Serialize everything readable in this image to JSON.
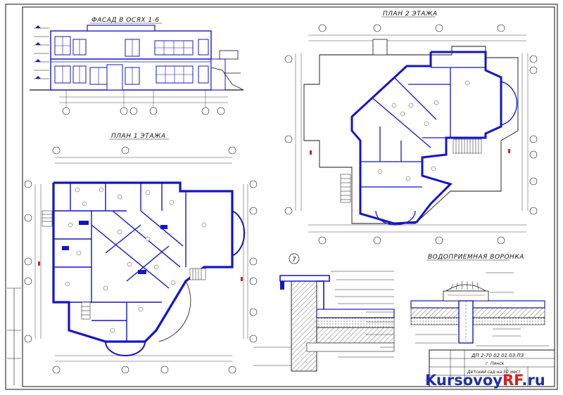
{
  "titles": {
    "facade": "ФАСАД В ОСЯХ 1-6",
    "plan2": "ПЛАН 2 ЭТАЖА",
    "plan1": "ПЛАН 1 ЭТАЖА",
    "funnel": "ВОДОПРИЕМНАЯ ВОРОНКА",
    "node": "7"
  },
  "stamp": {
    "doc_code": "ДП 2-70 02 01.03.ПЗ",
    "place": "г. Пинск",
    "project": "Детский сад на 50 мест"
  },
  "watermark": {
    "part1": "Kursovoy",
    "part2": "RF",
    "part3": ".ru"
  },
  "colors": {
    "wall": "#1414c8",
    "line": "#111111",
    "accent": "#d42020"
  }
}
